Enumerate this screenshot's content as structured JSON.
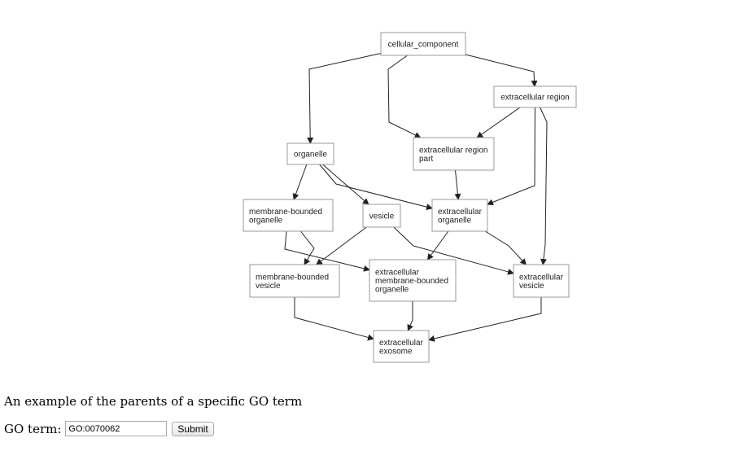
{
  "diagram": {
    "nodes": [
      {
        "id": "cellular_component",
        "lines": [
          "cellular_component"
        ]
      },
      {
        "id": "extracellular_region",
        "lines": [
          "extracellular region"
        ]
      },
      {
        "id": "organelle",
        "lines": [
          "organelle"
        ]
      },
      {
        "id": "extracellular_region_part",
        "lines": [
          "extracellular region",
          "part"
        ]
      },
      {
        "id": "membrane_bounded_organelle",
        "lines": [
          "membrane-bounded",
          "organelle"
        ]
      },
      {
        "id": "vesicle",
        "lines": [
          "vesicle"
        ]
      },
      {
        "id": "extracellular_organelle",
        "lines": [
          "extracellular",
          "organelle"
        ]
      },
      {
        "id": "membrane_bounded_vesicle",
        "lines": [
          "membrane-bounded",
          "vesicle"
        ]
      },
      {
        "id": "extracellular_membrane_bounded_organelle",
        "lines": [
          "extracellular",
          "membrane-bounded",
          "organelle"
        ]
      },
      {
        "id": "extracellular_vesicle",
        "lines": [
          "extracellular",
          "vesicle"
        ]
      },
      {
        "id": "extracellular_exosome",
        "lines": [
          "extracellular",
          "exosome"
        ]
      }
    ],
    "edges": [
      [
        "cellular_component",
        "organelle"
      ],
      [
        "cellular_component",
        "extracellular_region_part"
      ],
      [
        "cellular_component",
        "extracellular_region"
      ],
      [
        "extracellular_region",
        "extracellular_region_part"
      ],
      [
        "extracellular_region",
        "extracellular_organelle"
      ],
      [
        "extracellular_region",
        "extracellular_vesicle"
      ],
      [
        "organelle",
        "membrane_bounded_organelle"
      ],
      [
        "organelle",
        "vesicle"
      ],
      [
        "organelle",
        "extracellular_organelle"
      ],
      [
        "extracellular_region_part",
        "extracellular_organelle"
      ],
      [
        "membrane_bounded_organelle",
        "membrane_bounded_vesicle"
      ],
      [
        "membrane_bounded_organelle",
        "extracellular_membrane_bounded_organelle"
      ],
      [
        "vesicle",
        "membrane_bounded_vesicle"
      ],
      [
        "vesicle",
        "extracellular_vesicle"
      ],
      [
        "extracellular_organelle",
        "extracellular_membrane_bounded_organelle"
      ],
      [
        "extracellular_organelle",
        "extracellular_vesicle"
      ],
      [
        "membrane_bounded_vesicle",
        "extracellular_exosome"
      ],
      [
        "extracellular_membrane_bounded_organelle",
        "extracellular_exosome"
      ],
      [
        "extracellular_vesicle",
        "extracellular_exosome"
      ]
    ]
  },
  "caption": "An example of the parents of a specific GO term",
  "form": {
    "label": "GO term:",
    "input_value": "GO:0070062",
    "submit_label": "Submit"
  }
}
